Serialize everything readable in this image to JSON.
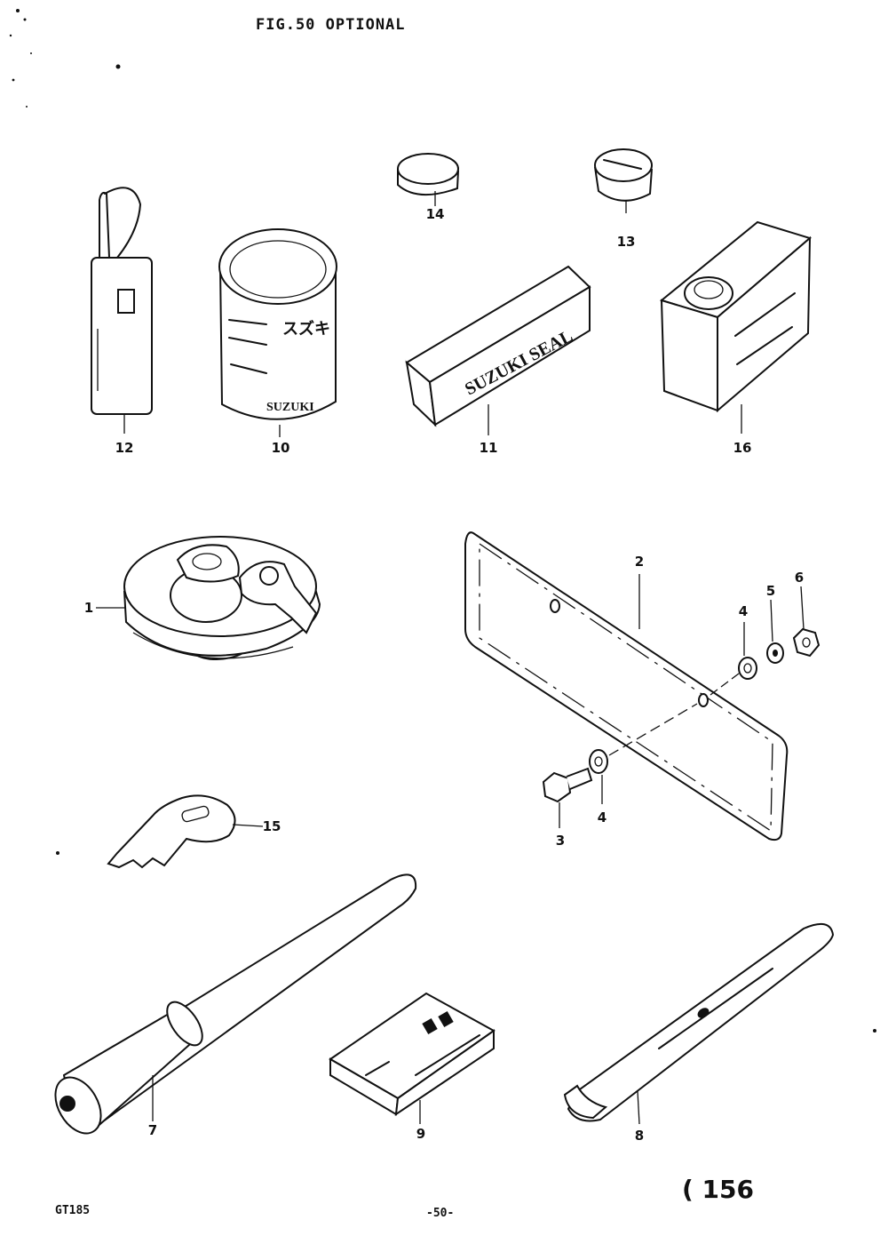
{
  "header": {
    "title": "FIG.50  OPTIONAL"
  },
  "footer": {
    "model": "GT185",
    "page": "-50-",
    "ref": "( 156"
  },
  "parts": {
    "p1": "1",
    "p2": "2",
    "p3": "3",
    "p4a": "4",
    "p4b": "4",
    "p5": "5",
    "p6": "6",
    "p7": "7",
    "p8": "8",
    "p9": "9",
    "p10": "10",
    "p11": "11",
    "p12": "12",
    "p13": "13",
    "p14": "14",
    "p15": "15",
    "p16": "16"
  },
  "labels": {
    "seal_brand": "SUZUKI SEAL",
    "can_brand": "SUZUKI",
    "can_text": "スズキ"
  }
}
